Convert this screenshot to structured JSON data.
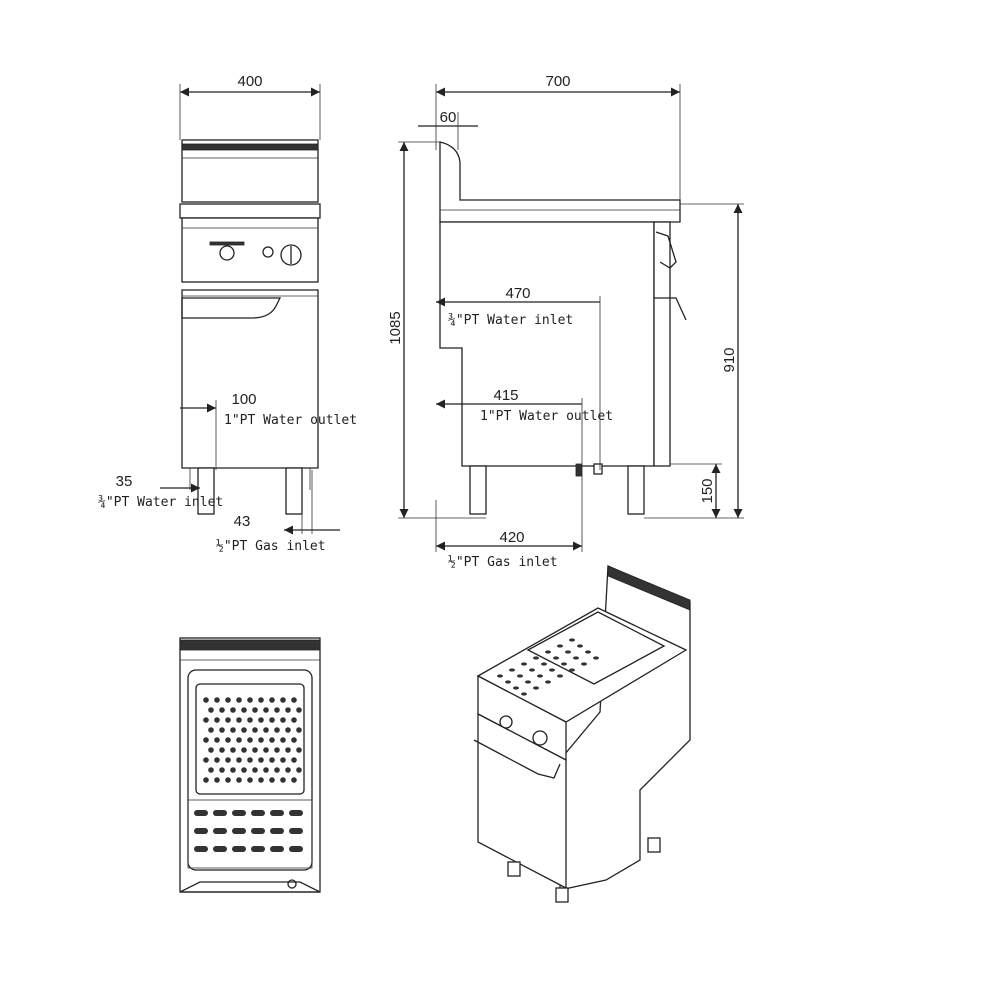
{
  "front_view": {
    "width_dim": "400",
    "offset_dim": "100",
    "water_outlet_label": "1\"PT Water outlet",
    "water_inlet_dim": "35",
    "water_inlet_label": "¾\"PT Water inlet",
    "gas_dim": "43",
    "gas_inlet_label": "½\"PT Gas inlet"
  },
  "side_view": {
    "depth_dim": "700",
    "back_dim": "60",
    "height_total_dim": "1085",
    "height_work_dim": "910",
    "leg_height_dim": "150",
    "water_inlet_dim": "470",
    "water_inlet_label": "¾\"PT Water inlet",
    "water_outlet_dim": "415",
    "water_outlet_label": "1\"PT Water outlet",
    "gas_dim": "420",
    "gas_inlet_label": "½\"PT Gas inlet"
  },
  "colors": {
    "line": "#222222",
    "background": "#ffffff"
  }
}
